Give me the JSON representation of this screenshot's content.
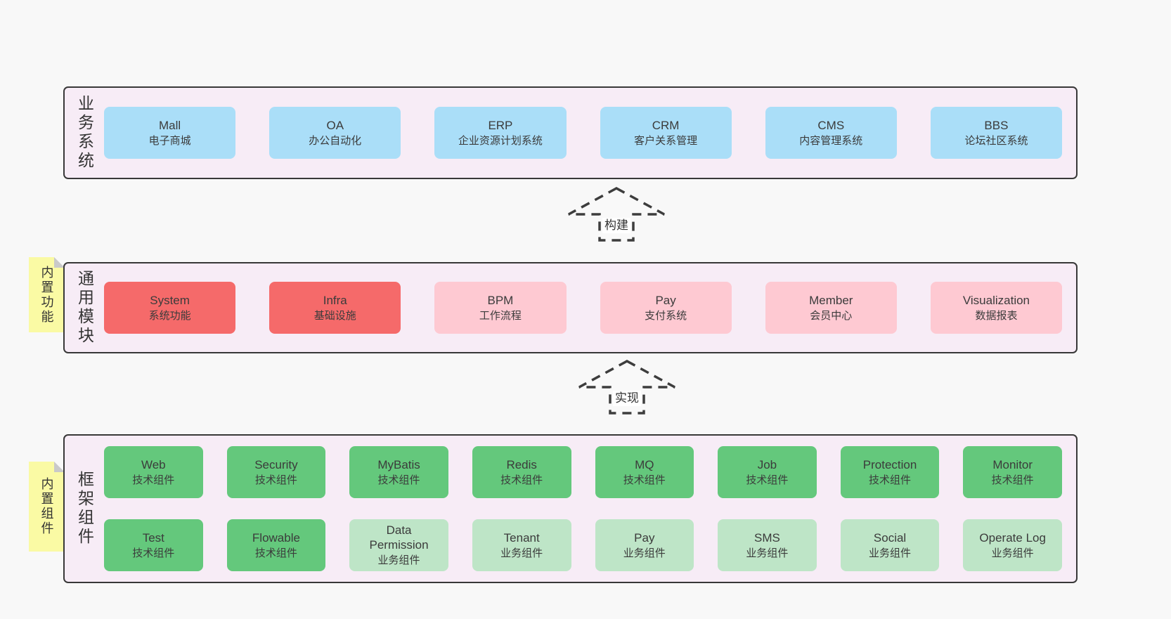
{
  "colors": {
    "page_bg": "#f8f8f8",
    "panel_bg": "#f7ecf6",
    "panel_border": "#383838",
    "business_box": "#aadef8",
    "core_module_box": "#f56a6a",
    "module_box": "#fec9d2",
    "tech_component_box": "#64c87c",
    "biz_component_box": "#bee5c7",
    "sticky_note": "#fafaa4",
    "text": "#3b3b3b"
  },
  "arrows": {
    "build": "构建",
    "implement": "实现"
  },
  "notes": {
    "features": "内置功能",
    "components": "内置组件"
  },
  "business": {
    "label": "业务系统",
    "items": [
      {
        "title": "Mall",
        "subtitle": "电子商城",
        "tone": "blue"
      },
      {
        "title": "OA",
        "subtitle": "办公自动化",
        "tone": "blue"
      },
      {
        "title": "ERP",
        "subtitle": "企业资源计划系统",
        "tone": "blue"
      },
      {
        "title": "CRM",
        "subtitle": "客户关系管理",
        "tone": "blue"
      },
      {
        "title": "CMS",
        "subtitle": "内容管理系统",
        "tone": "blue"
      },
      {
        "title": "BBS",
        "subtitle": "论坛社区系统",
        "tone": "blue"
      }
    ]
  },
  "modules": {
    "label": "通用模块",
    "items": [
      {
        "title": "System",
        "subtitle": "系统功能",
        "tone": "red"
      },
      {
        "title": "Infra",
        "subtitle": "基础设施",
        "tone": "red"
      },
      {
        "title": "BPM",
        "subtitle": "工作流程",
        "tone": "pink"
      },
      {
        "title": "Pay",
        "subtitle": "支付系统",
        "tone": "pink"
      },
      {
        "title": "Member",
        "subtitle": "会员中心",
        "tone": "pink"
      },
      {
        "title": "Visualization",
        "subtitle": "数据报表",
        "tone": "pink"
      }
    ]
  },
  "framework": {
    "label": "框架组件",
    "row1": [
      {
        "title": "Web",
        "subtitle": "技术组件",
        "tone": "green"
      },
      {
        "title": "Security",
        "subtitle": "技术组件",
        "tone": "green"
      },
      {
        "title": "MyBatis",
        "subtitle": "技术组件",
        "tone": "green"
      },
      {
        "title": "Redis",
        "subtitle": "技术组件",
        "tone": "green"
      },
      {
        "title": "MQ",
        "subtitle": "技术组件",
        "tone": "green"
      },
      {
        "title": "Job",
        "subtitle": "技术组件",
        "tone": "green"
      },
      {
        "title": "Protection",
        "subtitle": "技术组件",
        "tone": "green"
      },
      {
        "title": "Monitor",
        "subtitle": "技术组件",
        "tone": "green"
      }
    ],
    "row2": [
      {
        "title": "Test",
        "subtitle": "技术组件",
        "tone": "green"
      },
      {
        "title": "Flowable",
        "subtitle": "技术组件",
        "tone": "green"
      },
      {
        "title": "Data Permission",
        "subtitle": "业务组件",
        "tone": "light-green"
      },
      {
        "title": "Tenant",
        "subtitle": "业务组件",
        "tone": "light-green"
      },
      {
        "title": "Pay",
        "subtitle": "业务组件",
        "tone": "light-green"
      },
      {
        "title": "SMS",
        "subtitle": "业务组件",
        "tone": "light-green"
      },
      {
        "title": "Social",
        "subtitle": "业务组件",
        "tone": "light-green"
      },
      {
        "title": "Operate Log",
        "subtitle": "业务组件",
        "tone": "light-green"
      }
    ]
  }
}
